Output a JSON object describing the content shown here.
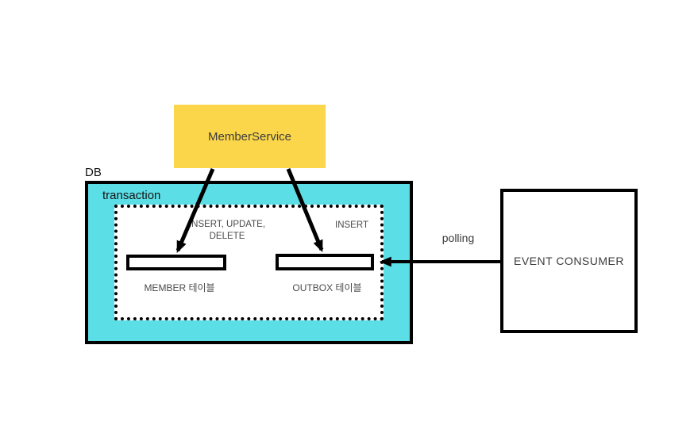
{
  "nodes": {
    "member_service": {
      "label": "MemberService"
    },
    "db": {
      "label": "DB"
    },
    "transaction": {
      "label": "transaction"
    },
    "member_table": {
      "label": "MEMBER 테이블"
    },
    "outbox_table": {
      "label": "OUTBOX 테이블"
    },
    "event_consumer": {
      "label": "EVENT CONSUMER"
    }
  },
  "edges": {
    "member_service_to_member_table": {
      "label_line1": "INSERT, UPDATE,",
      "label_line2": "DELETE"
    },
    "member_service_to_outbox_table": {
      "label": "INSERT"
    },
    "event_consumer_to_outbox_table": {
      "label": "polling"
    }
  },
  "colors": {
    "service_fill": "#FBD64B",
    "db_fill": "#5CDEE6",
    "node_fill": "#FFFFFF",
    "outline": "#000000",
    "text_dark": "#3C3C3C",
    "text_muted": "#4A4A4A"
  }
}
